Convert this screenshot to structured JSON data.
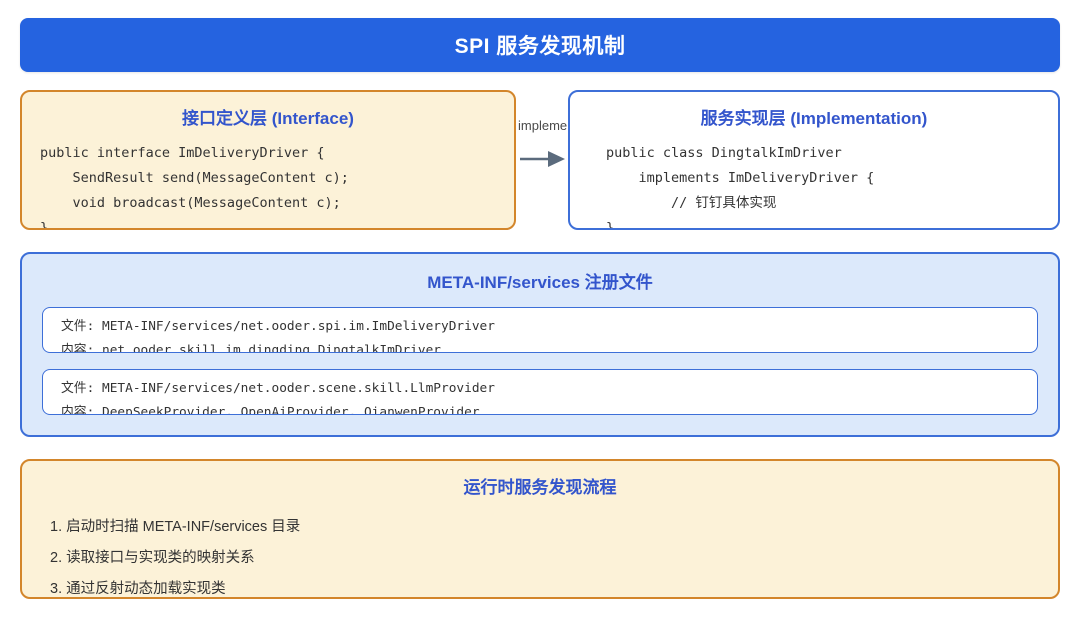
{
  "header": {
    "title": "SPI 服务发现机制",
    "background_color": "#2563e0",
    "text_color": "#ffffff"
  },
  "interface_layer": {
    "title": "接口定义层 (Interface)",
    "border_color": "#d3862b",
    "background_color": "#fcf2d8",
    "code": "public interface ImDeliveryDriver {\n    SendResult send(MessageContent c);\n    void broadcast(MessageContent c);\n}"
  },
  "connector": {
    "label": "implements",
    "arrow_color": "#5b6b7d"
  },
  "implementation_layer": {
    "title": "服务实现层 (Implementation)",
    "border_color": "#3d6fd8",
    "background_color": "#ffffff",
    "code": "public class DingtalkImDriver\n    implements ImDeliveryDriver {\n        // 钉钉具体实现\n}"
  },
  "registry": {
    "title": "META-INF/services 注册文件",
    "border_color": "#3d6fd8",
    "background_color": "#dce9fb",
    "files": [
      {
        "path_line": "文件: META-INF/services/net.ooder.spi.im.ImDeliveryDriver",
        "content_line": "内容: net.ooder.skill.im.dingding.DingtalkImDriver"
      },
      {
        "path_line": "文件: META-INF/services/net.ooder.scene.skill.LlmProvider",
        "content_line": "内容: DeepSeekProvider, OpenAiProvider, QianwenProvider"
      }
    ]
  },
  "runtime_flow": {
    "title": "运行时服务发现流程",
    "border_color": "#d3862b",
    "background_color": "#fcf2d8",
    "steps": [
      "1. 启动时扫描 META-INF/services 目录",
      "2. 读取接口与实现类的映射关系",
      "3. 通过反射动态加载实现类"
    ]
  }
}
